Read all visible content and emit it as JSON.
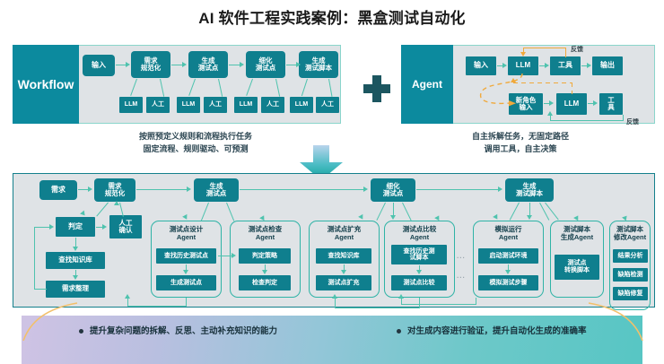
{
  "title": "AI 软件工程实践案例：黑盒测试自动化",
  "workflow": {
    "label": "Workflow",
    "nodes": [
      {
        "id": "input",
        "text": "输入"
      },
      {
        "id": "req-norm",
        "text": "需求\n规范化"
      },
      {
        "id": "gen-tp",
        "text": "生成\n测试点"
      },
      {
        "id": "refine-tp",
        "text": "细化\n测试点"
      },
      {
        "id": "gen-script",
        "text": "生成\n测试脚本"
      }
    ],
    "leaf_pairs": [
      {
        "llm": "LLM",
        "human": "人工"
      },
      {
        "llm": "LLM",
        "human": "人工"
      },
      {
        "llm": "LLM",
        "human": "人工"
      },
      {
        "llm": "LLM",
        "human": "人工"
      }
    ],
    "caption_line1": "按照预定义规则和流程执行任务",
    "caption_line2": "固定流程、规则驱动、可预测"
  },
  "plus": "+",
  "agent": {
    "label": "Agent",
    "top_row": [
      {
        "id": "input",
        "text": "输入"
      },
      {
        "id": "llm",
        "text": "LLM"
      },
      {
        "id": "tool",
        "text": "工具"
      },
      {
        "id": "output",
        "text": "输出"
      }
    ],
    "bottom_row": [
      {
        "id": "new-role-input",
        "text": "新角色\n输入"
      },
      {
        "id": "llm2",
        "text": "LLM"
      },
      {
        "id": "tool2",
        "text": "工\n具"
      }
    ],
    "feedback_top": "反馈",
    "feedback_bottom": "反馈",
    "caption_line1": "自主拆解任务，无固定路径",
    "caption_line2": "调用工具，自主决策"
  },
  "pipeline": {
    "top_nodes": [
      {
        "id": "req",
        "text": "需求"
      },
      {
        "id": "req-norm",
        "text": "需求\n规范化"
      },
      {
        "id": "gen-tp",
        "text": "生成\n测试点"
      },
      {
        "id": "refine-tp",
        "text": "细化\n测试点"
      },
      {
        "id": "gen-script",
        "text": "生成\n测试脚本"
      }
    ],
    "left_nodes": [
      {
        "id": "judge",
        "text": "判定"
      },
      {
        "id": "manual-confirm",
        "text": "人工\n确认"
      },
      {
        "id": "search-kb",
        "text": "查找知识库"
      },
      {
        "id": "req-organize",
        "text": "需求整理"
      }
    ],
    "agents": [
      {
        "id": "tp-design",
        "title": "测试点设计\nAgent",
        "steps": [
          "查找历史测试点",
          "生成测试点"
        ]
      },
      {
        "id": "tp-check",
        "title": "测试点检查\nAgent",
        "steps": [
          "判定策略",
          "检查判定"
        ]
      },
      {
        "id": "tp-expand",
        "title": "测试点扩充\nAgent",
        "steps": [
          "查找知识库",
          "测试点扩充"
        ]
      },
      {
        "id": "tp-compare",
        "title": "测试点比较\nAgent",
        "steps": [
          "查找历史测试脚本",
          "测试点比较"
        ]
      },
      {
        "id": "sim-run",
        "title": "模拟运行\nAgent",
        "steps": [
          "启动测试环境",
          "模拟测试步骤"
        ]
      },
      {
        "id": "script-gen",
        "title": "测试脚本\n生成Agent",
        "steps": [
          "测试点\n转换脚本"
        ]
      },
      {
        "id": "script-fix",
        "title": "测试脚本\n修改Agent",
        "steps": [
          "结果分析",
          "缺陷检测",
          "缺陷修复"
        ]
      }
    ],
    "ellipsis": "..."
  },
  "bottom": {
    "bullets": [
      "提升复杂问题的拆解、反思、主动补充知识的能力",
      "对生成内容进行验证，提升自动化生成的准确率"
    ]
  },
  "colors": {
    "teal": "#0c8a9e",
    "node": "#0f7f8e",
    "panel": "#dfe3e6",
    "arrow": "#4fc3ae",
    "orange": "#f0a93b",
    "border": "#14808c"
  }
}
